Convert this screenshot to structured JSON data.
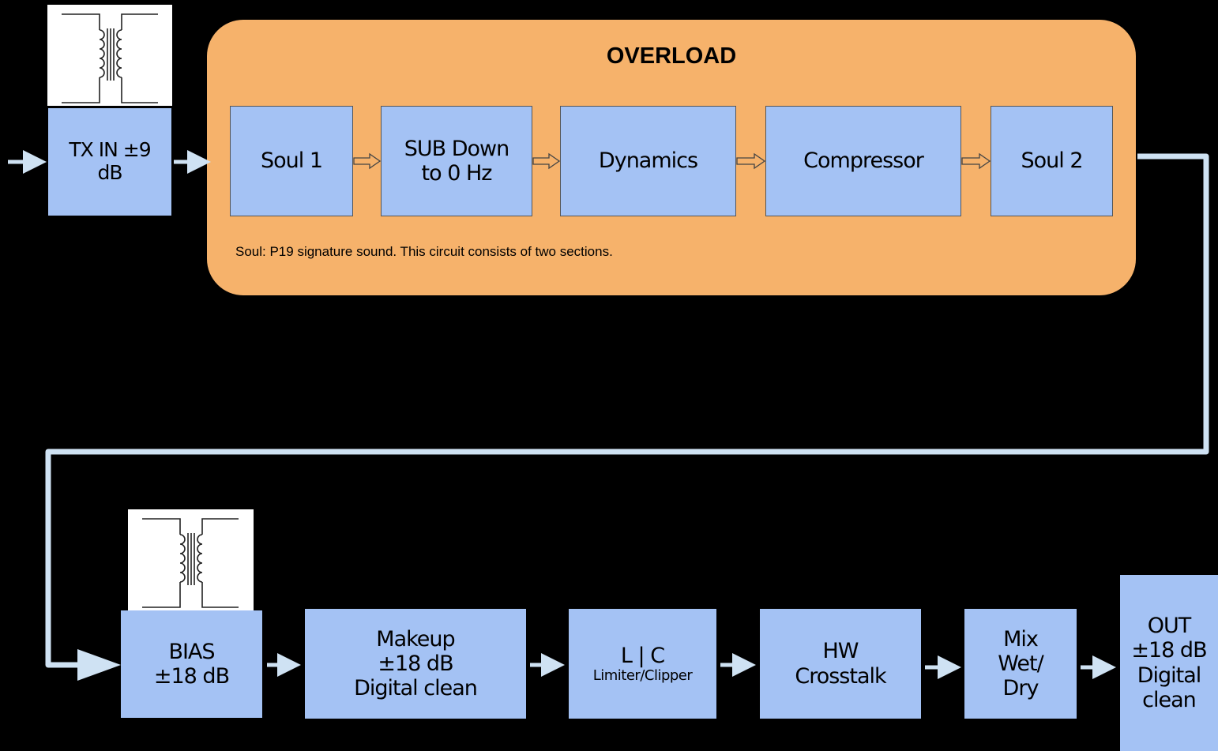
{
  "diagram": {
    "overload_group": {
      "title": "OVERLOAD",
      "note": "Soul: P19 signature sound. This circuit consists of two sections."
    },
    "input_block": {
      "line1": "TX IN ±9",
      "line2": "dB"
    },
    "overload_blocks": [
      {
        "line1": "Soul 1",
        "line2": ""
      },
      {
        "line1": "SUB Down",
        "line2": "to 0 Hz"
      },
      {
        "line1": "Dynamics",
        "line2": ""
      },
      {
        "line1": "Compressor",
        "line2": ""
      },
      {
        "line1": "Soul 2",
        "line2": ""
      }
    ],
    "output_chain": [
      {
        "line1": "BIAS",
        "line2": "±18  dB",
        "line3": ""
      },
      {
        "line1": "Makeup",
        "line2": "±18  dB",
        "line3": "Digital clean"
      },
      {
        "line1": "L | C",
        "line2": "Limiter/Clipper",
        "line3": ""
      },
      {
        "line1": "HW",
        "line2": "Crosstalk",
        "line3": ""
      },
      {
        "line1": "Mix",
        "line2": "Wet/",
        "line3": "Dry"
      }
    ],
    "output_block": {
      "line1": "OUT",
      "line2": "±18 dB",
      "line3": "Digital",
      "line4": "clean"
    },
    "transformer_icons": [
      "transformer-icon",
      "transformer-icon"
    ],
    "colors": {
      "block": "#a4c2f4",
      "group": "#f6b26b",
      "wire": "#cfe2f3",
      "background": "#000000"
    }
  }
}
